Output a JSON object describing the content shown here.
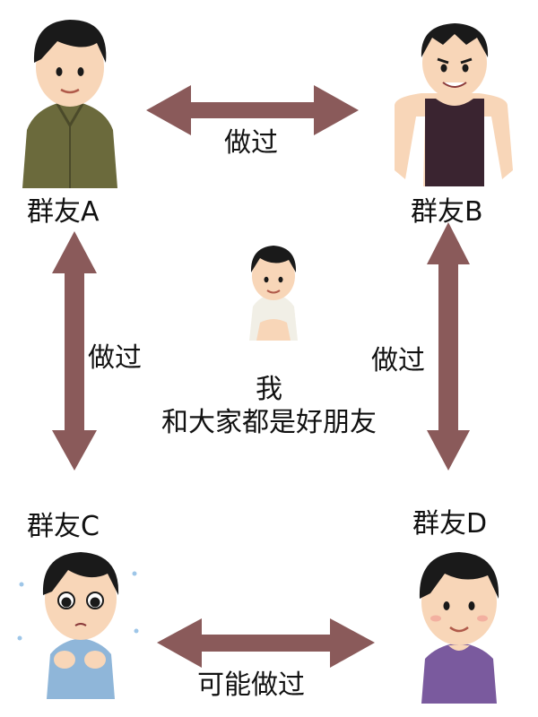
{
  "labels": {
    "friend_a": "群友A",
    "friend_b": "群友B",
    "friend_c": "群友C",
    "friend_d": "群友D",
    "me": "我",
    "me_caption": "和大家都是好朋友",
    "ab": "做过",
    "ac": "做过",
    "bd": "做过",
    "cd": "可能做过"
  },
  "colors": {
    "arrow": "#8a5a5a",
    "hair": "#1a1a1a",
    "skin": "#f8d6b8",
    "jacket_a": "#6b6a3c",
    "tank_b": "#3a2430",
    "shirt_c": "#8fb6d9",
    "shirt_d": "#7a5a9e",
    "shirt_me": "#f1efe6"
  },
  "icons": [
    "person-icon",
    "double-arrow-icon"
  ]
}
